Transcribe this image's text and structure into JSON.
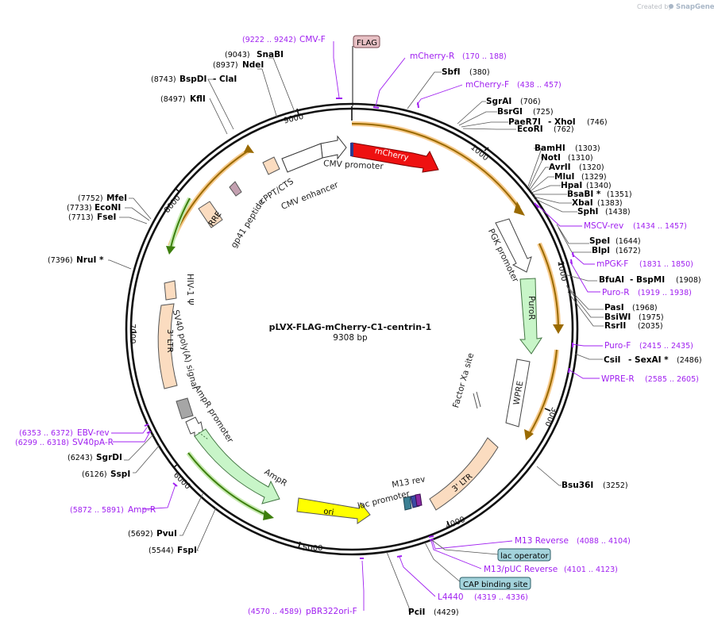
{
  "credit": {
    "created_by": "Created by",
    "brand": "SnapGene"
  },
  "map": {
    "name": "pLVX-FLAG-mCherry-C1-centrin-1",
    "length": "9308 bp"
  },
  "ticks": [
    "1000",
    "2000",
    "3000",
    "4000",
    "5000",
    "6000",
    "7000",
    "8000",
    "9000"
  ],
  "enzymes_right": [
    {
      "name": "SbfI",
      "pos": "(380)"
    },
    {
      "name": "SgrAI",
      "pos": "(706)"
    },
    {
      "name": "BsrGI",
      "pos": "(725)"
    },
    {
      "name": "PaeR7I",
      "name2": "- XhoI",
      "pos": "(746)"
    },
    {
      "name": "EcoRI",
      "pos": "(762)"
    },
    {
      "name": "BamHI",
      "pos": "(1303)"
    },
    {
      "name": "NotI",
      "pos": "(1310)"
    },
    {
      "name": "AvrII",
      "pos": "(1320)"
    },
    {
      "name": "MluI",
      "pos": "(1329)"
    },
    {
      "name": "HpaI",
      "pos": "(1340)"
    },
    {
      "name": "BsaBI *",
      "pos": "(1351)"
    },
    {
      "name": "XbaI",
      "pos": "(1383)"
    },
    {
      "name": "SphI",
      "pos": "(1438)"
    },
    {
      "name": "SpeI",
      "pos": "(1644)"
    },
    {
      "name": "BlpI",
      "pos": "(1672)"
    },
    {
      "name": "BfuAI",
      "name2": "- BspMI",
      "pos": "(1908)"
    },
    {
      "name": "PasI",
      "pos": "(1968)"
    },
    {
      "name": "BsiWI",
      "pos": "(1975)"
    },
    {
      "name": "RsrII",
      "pos": "(2035)"
    },
    {
      "name": "CsiI",
      "name2": "- SexAI *",
      "pos": "(2486)"
    },
    {
      "name": "Bsu36I",
      "pos": "(3252)"
    },
    {
      "name": "PciI",
      "pos": "(4429)"
    }
  ],
  "enzymes_left": [
    {
      "name": "SnaBI",
      "pos": "(9043)"
    },
    {
      "name": "NdeI",
      "pos": "(8937)"
    },
    {
      "name": "BspDI",
      "name2": "- ClaI",
      "pos": "(8743)"
    },
    {
      "name": "KflI",
      "pos": "(8497)"
    },
    {
      "name": "MfeI",
      "pos": "(7752)"
    },
    {
      "name": "EcoNI",
      "pos": "(7733)"
    },
    {
      "name": "FseI",
      "pos": "(7713)"
    },
    {
      "name": "NruI *",
      "pos": "(7396)"
    },
    {
      "name": "SgrDI",
      "pos": "(6243)"
    },
    {
      "name": "SspI",
      "pos": "(6126)"
    },
    {
      "name": "PvuI",
      "pos": "(5692)"
    },
    {
      "name": "FspI",
      "pos": "(5544)"
    }
  ],
  "primers": [
    {
      "name": "CMV-F",
      "pos": "(9222 .. 9242)"
    },
    {
      "name": "mCherry-R",
      "pos": "(170 .. 188)"
    },
    {
      "name": "mCherry-F",
      "pos": "(438 .. 457)"
    },
    {
      "name": "MSCV-rev",
      "pos": "(1434 .. 1457)"
    },
    {
      "name": "mPGK-F",
      "pos": "(1831 .. 1850)"
    },
    {
      "name": "Puro-R",
      "pos": "(1919 .. 1938)"
    },
    {
      "name": "Puro-F",
      "pos": "(2415 .. 2435)"
    },
    {
      "name": "WPRE-R",
      "pos": "(2585 .. 2605)"
    },
    {
      "name": "M13 Reverse",
      "pos": "(4088 .. 4104)"
    },
    {
      "name": "M13/pUC Reverse",
      "pos": "(4101 .. 4123)"
    },
    {
      "name": "L4440",
      "pos": "(4319 .. 4336)"
    },
    {
      "name": "pBR322ori-F",
      "pos": "(4570 .. 4589)"
    },
    {
      "name": "Amp-R",
      "pos": "(5872 .. 5891)"
    },
    {
      "name": "EBV-rev",
      "pos": "(6353 .. 6372)"
    },
    {
      "name": "SV40pA-R",
      "pos": "(6299 .. 6318)"
    }
  ],
  "boxes": {
    "flag": "FLAG",
    "lac_operator": "lac operator",
    "cap_site": "CAP binding site"
  },
  "features": {
    "mcherry": "mCherry",
    "cmv_promoter": "CMV promoter",
    "cmv_enhancer": "CMV enhancer",
    "cppt": "cPPT/CTS",
    "gp41": "gp41 peptide",
    "rre": "RRE",
    "pgk": "PGK promoter",
    "puror": "PuroR",
    "factor_xa": "Factor Xa site",
    "wpre": "WPRE",
    "ltr3_right": "3' LTR",
    "m13rev": "M13 rev",
    "lac_promoter": "lac promoter",
    "ori": "ori",
    "ampr": "AmpR",
    "ampr_promoter": "AmpR promoter",
    "sv40": "SV40 poly(A) signal",
    "ltr3_left": "3' LTR",
    "hiv_psi": "HIV-1 Ψ"
  },
  "colors": {
    "mcherry": "#ee1111",
    "orf_arrow": "#b8860b",
    "ampr_arrow": "#4a9a10",
    "promoter_fill": "#ffffff",
    "puro_fill": "#c8f5c8",
    "ori_fill": "#ffff00",
    "ltr_fill": "#fbdcc0",
    "primer": "#a020f0",
    "flag_fill": "#e7c0c4",
    "lac_fill": "#a3d3dc"
  }
}
